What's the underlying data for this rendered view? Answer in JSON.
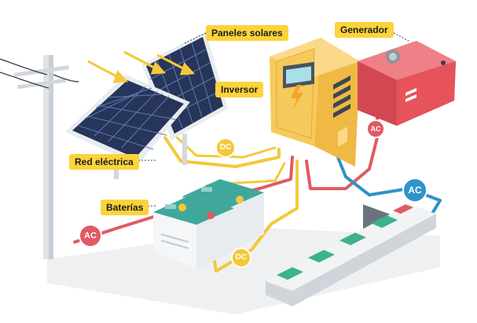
{
  "labels": {
    "paneles": "Paneles solares",
    "generador": "Generador",
    "inversor": "Inversor",
    "red": "Red eléctrica",
    "baterias": "Baterías"
  },
  "badges": {
    "dc_top": "DC",
    "dc_bottom": "DC",
    "ac_generator": "AC",
    "ac_grid": "AC",
    "ac_outlet": "AC"
  },
  "colors": {
    "label_bg": "#fbd33b",
    "dc_wire": "#f3c93a",
    "ac_grid_wire": "#e05a63",
    "ac_outlet_wire": "#2d93c9",
    "panel_cell": "#27355a",
    "inverter_body": "#f6c95c",
    "generator_body": "#e6535b",
    "battery_body": "#e8ecef",
    "battery_lid": "#3fa79b"
  }
}
